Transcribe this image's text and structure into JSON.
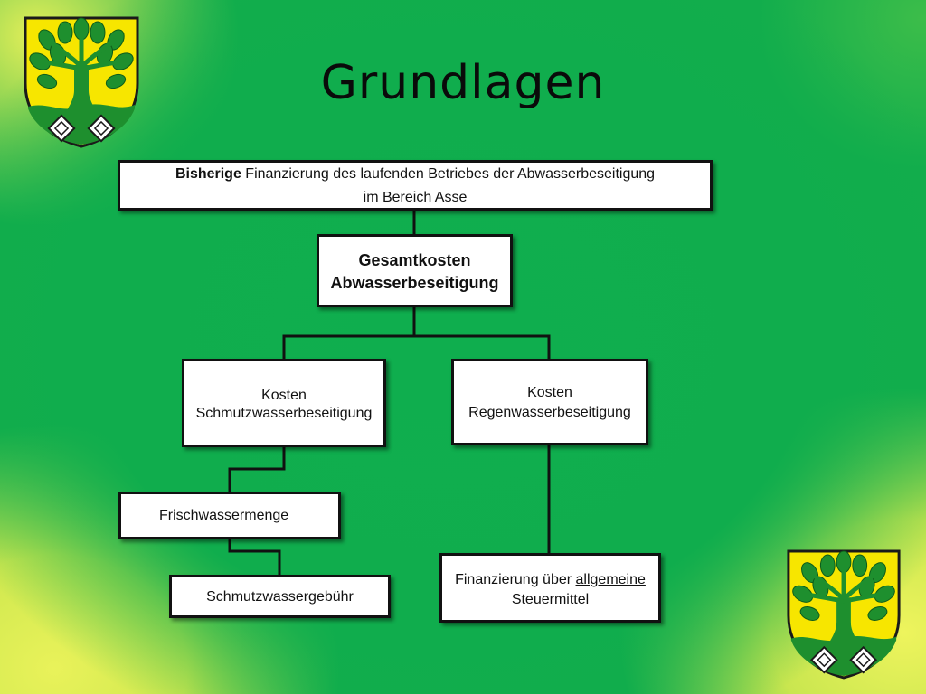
{
  "slide": {
    "title": "Grundlagen"
  },
  "diagram": {
    "top": {
      "bold_part": "Bisherige",
      "rest_line1": " Finanzierung des laufenden Betriebes der Abwasserbeseitigung",
      "line2": "im Bereich Asse"
    },
    "gesamtkosten": {
      "line1": "Gesamtkosten",
      "line2": "Abwasserbeseitigung"
    },
    "schmutz": {
      "line1": "Kosten",
      "line2": "Schmutzwasserbeseitigung"
    },
    "regen": {
      "line1": "Kosten",
      "line2": "Regenwasserbeseitigung"
    },
    "frisch": {
      "label": "Frischwassermenge"
    },
    "gebuehr": {
      "label": "Schmutzwassergebühr"
    },
    "finanz": {
      "prefix": "Finanzierung über ",
      "underlined1": "allgemeine",
      "underlined2": "Steuermittel"
    }
  },
  "colors": {
    "background_green": "#10ad4d",
    "corner_yellow": "#e9f25a",
    "crest_yellow": "#f7e600",
    "crest_green": "#1e8f2e"
  },
  "icons": {
    "crest_top_left": "coat-of-arms-tree-icon",
    "crest_bottom_right": "coat-of-arms-tree-icon"
  }
}
